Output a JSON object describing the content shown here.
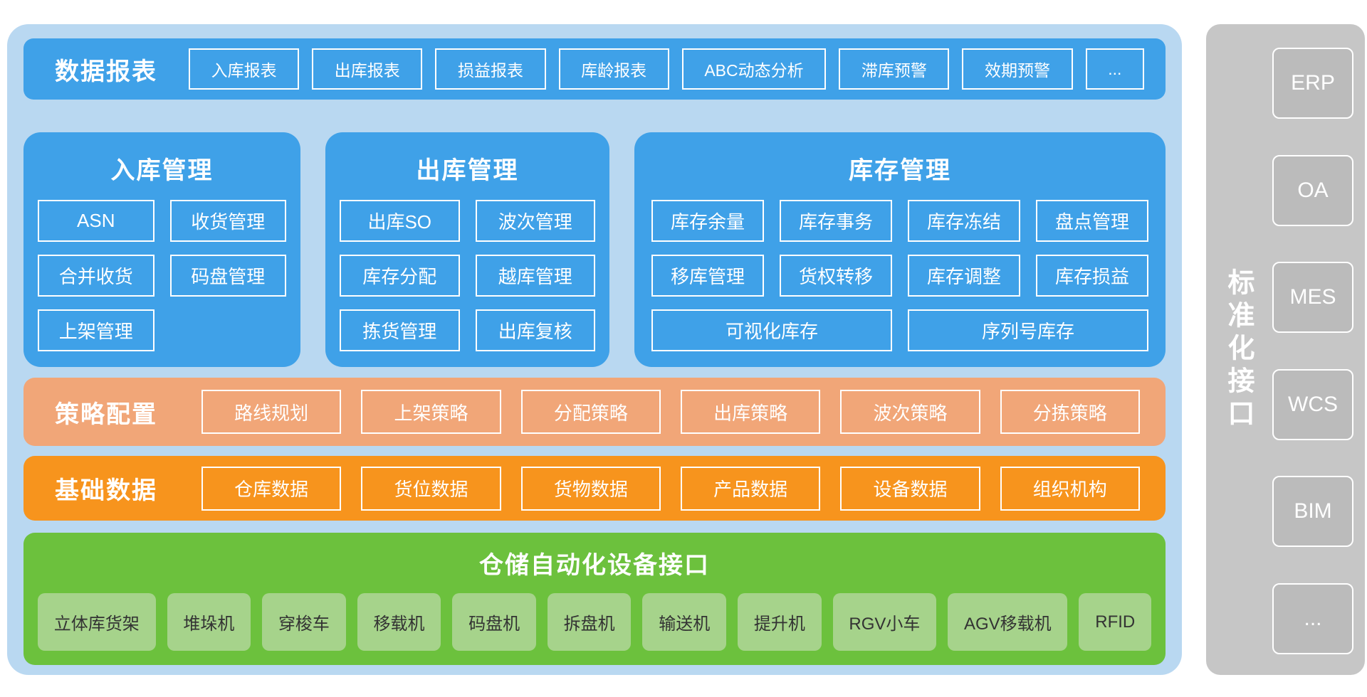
{
  "colors": {
    "container_bg": "#B9D8F1",
    "module_blue": "#3FA1E8",
    "strategy_salmon": "#F1A678",
    "base_orange": "#F7941D",
    "automation_green": "#6CC13D",
    "automation_box_green": "#A6D38B",
    "interface_gray": "#C6C6C6",
    "interface_box_gray": "#BBBBBB",
    "chip_border": "#FFFFFF"
  },
  "reports_bar": {
    "title": "数据报表",
    "items": [
      "入库报表",
      "出库报表",
      "损益报表",
      "库龄报表",
      "ABC动态分析",
      "滞库预警",
      "效期预警",
      "..."
    ]
  },
  "panels": [
    {
      "title": "入库管理",
      "items": [
        "ASN",
        "收货管理",
        "合并收货",
        "码盘管理",
        "上架管理"
      ]
    },
    {
      "title": "出库管理",
      "items": [
        "出库SO",
        "波次管理",
        "库存分配",
        "越库管理",
        "拣货管理",
        "出库复核"
      ]
    },
    {
      "title": "库存管理",
      "items": [
        "库存余量",
        "库存事务",
        "库存冻结",
        "盘点管理",
        "移库管理",
        "货权转移",
        "库存调整",
        "库存损益"
      ],
      "wide_items": [
        "可视化库存",
        "序列号库存"
      ]
    }
  ],
  "strategy_bar": {
    "title": "策略配置",
    "items": [
      "路线规划",
      "上架策略",
      "分配策略",
      "出库策略",
      "波次策略",
      "分拣策略"
    ]
  },
  "base_data_bar": {
    "title": "基础数据",
    "items": [
      "仓库数据",
      "货位数据",
      "货物数据",
      "产品数据",
      "设备数据",
      "组织机构"
    ]
  },
  "automation_bar": {
    "title": "仓储自动化设备接口",
    "items": [
      "立体库货架",
      "堆垛机",
      "穿梭车",
      "移载机",
      "码盘机",
      "拆盘机",
      "输送机",
      "提升机",
      "RGV小车",
      "AGV移载机",
      "RFID"
    ]
  },
  "interface_bar": {
    "title": "标准化接口",
    "items": [
      "ERP",
      "OA",
      "MES",
      "WCS",
      "BIM",
      "..."
    ]
  }
}
